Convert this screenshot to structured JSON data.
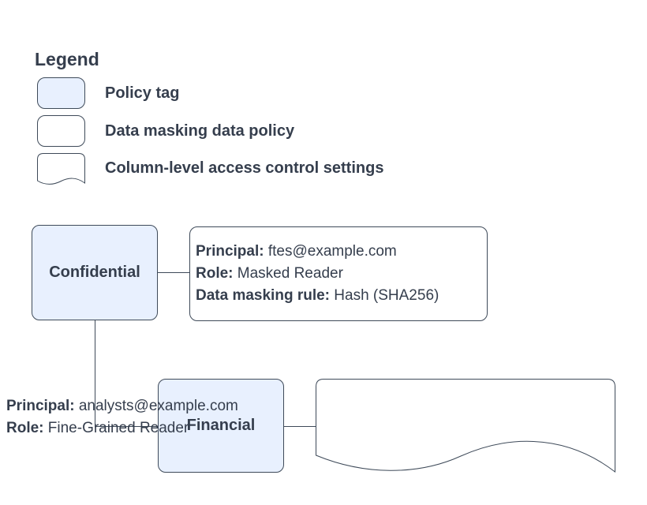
{
  "legend": {
    "title": "Legend",
    "items": [
      {
        "name": "policy-tag",
        "label": "Policy tag"
      },
      {
        "name": "data-masking-data-policy",
        "label": "Data masking data policy"
      },
      {
        "name": "column-level-access-control-settings",
        "label": "Column-level access control settings"
      }
    ]
  },
  "diagram": {
    "confidential_label": "Confidential",
    "financial_label": "Financial",
    "masking_policy": {
      "principal_label": "Principal:",
      "principal_value": " ftes@example.com",
      "role_label": "Role:",
      "role_value": " Masked Reader",
      "rule_label": "Data masking rule:",
      "rule_value": " Hash (SHA256)"
    },
    "access_settings": {
      "principal_label": "Principal:",
      "principal_value": " analysts@example.com",
      "role_label": "Role:",
      "role_value": " Fine-Grained Reader"
    }
  },
  "colors": {
    "policy_tag_fill": "#e8f0fe",
    "shape_stroke": "#3e4a59",
    "text": "#353e4d",
    "background": "#ffffff"
  }
}
